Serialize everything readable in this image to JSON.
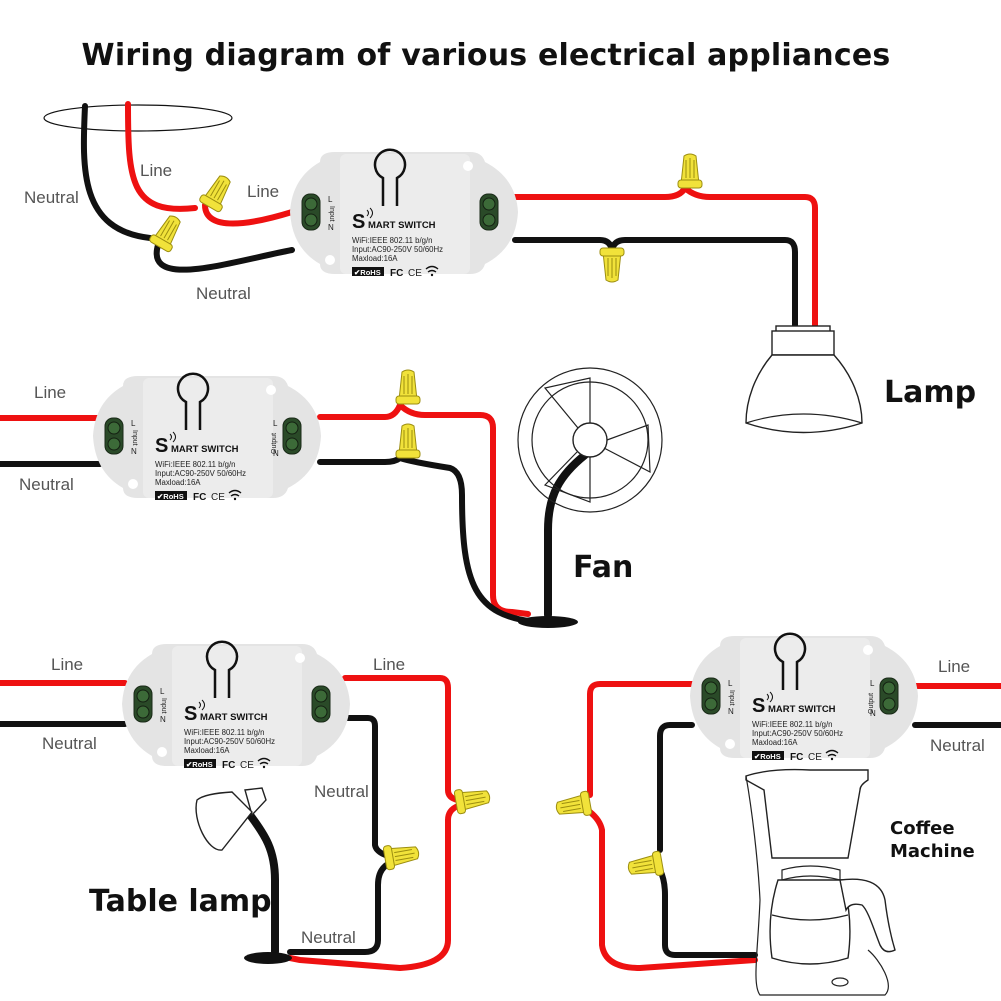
{
  "title": "Wiring diagram of various electrical appliances",
  "colors": {
    "line_wire": "#ee1111",
    "neutral_wire": "#111111",
    "wire_nut": "#f1e23a",
    "switch_body": "#e4e4e4",
    "terminal": "#2a4a28"
  },
  "switch_module": {
    "brand_initial": "S",
    "brand_rest": "MART SWITCH",
    "spec_lines": [
      "WiFi:IEEE 802.11 b/g/n",
      "Input:AC90-250V 50/60Hz",
      "Maxload:16A"
    ],
    "input_label": "Input",
    "output_label": "Output",
    "terminal_l": "L",
    "terminal_n": "N",
    "cert_rohs": "RoHS",
    "cert_fc": "FC",
    "cert_ce": "CE",
    "icons": [
      "wifi-signal-icon",
      "wifi-icon",
      "rohs-check-icon"
    ]
  },
  "wire_labels": {
    "line": "Line",
    "neutral": "Neutral"
  },
  "appliances": {
    "lamp": "Lamp",
    "fan": "Fan",
    "table_lamp": "Table lamp",
    "coffee_line1": "Coffee",
    "coffee_line2": "Machine"
  }
}
